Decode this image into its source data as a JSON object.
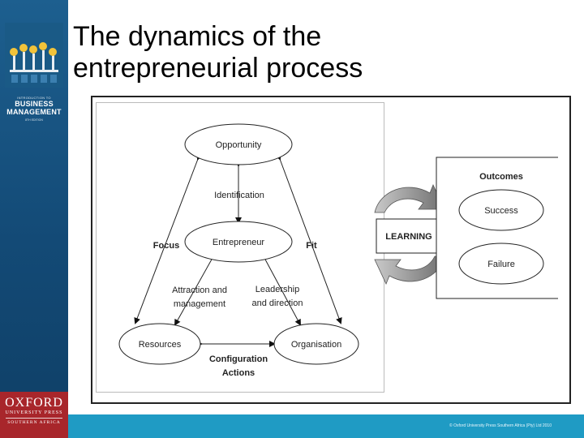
{
  "slide": {
    "title_line1": "The dynamics of the",
    "title_line2": "entrepreneurial process"
  },
  "sidebar": {
    "book_small": "INTRODUCTION TO",
    "book_title_line1": "BUSINESS",
    "book_title_line2": "MANAGEMENT",
    "book_edition": "8TH EDITION"
  },
  "publisher": {
    "name": "OXFORD",
    "press": "UNIVERSITY PRESS",
    "region": "SOUTHERN AFRICA"
  },
  "footer": {
    "copyright": "© Oxford University Press Southern Africa (Pty) Ltd 2010"
  },
  "diagram": {
    "nodes": {
      "opportunity": "Opportunity",
      "entrepreneur": "Entrepreneur",
      "resources": "Resources",
      "organisation": "Organisation",
      "success": "Success",
      "failure": "Failure"
    },
    "labels": {
      "identification": "Identification",
      "focus": "Focus",
      "fit": "Fit",
      "attraction_line1": "Attraction and",
      "attraction_line2": "management",
      "leadership_line1": "Leadership",
      "leadership_line2": "and direction",
      "configuration_line1": "Configuration",
      "configuration_line2": "Actions",
      "outcomes": "Outcomes",
      "learning": "LEARNING"
    }
  }
}
